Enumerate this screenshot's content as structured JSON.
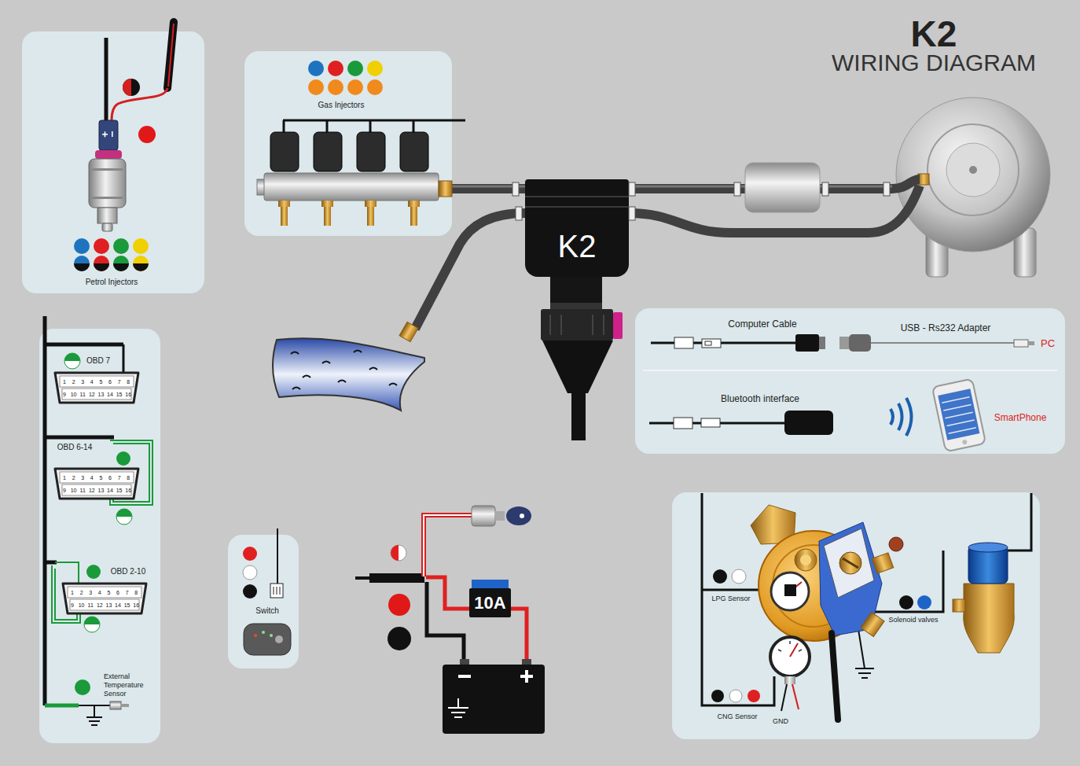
{
  "diagram": {
    "title": "K2",
    "nodes": [
      {
        "text": [
          "Petrol Injectors"
        ]
      },
      {
        "text": [
          "Gas Injectors"
        ]
      },
      {
        "text": [
          "K2"
        ]
      },
      {
        "text": [
          "Computer Cable",
          "USB - Rs232 Adapter",
          "PC",
          "Bluetooth interface",
          "SmartPhone"
        ]
      },
      {
        "text": [
          "OBD 7",
          "OBD 6-14",
          "OBD 2-10",
          "External Temperature Sensor"
        ]
      },
      {
        "text": [
          "Switch"
        ]
      },
      {
        "text": [
          "10A"
        ]
      },
      {
        "text": [
          "LPG Sensor",
          "Solenoid valves",
          "CNG Sensor",
          "GND"
        ]
      }
    ],
    "edges": [
      {
        "from": 1,
        "to": 2,
        "arrow": "none"
      }
    ],
    "labels": [
      "WIRING DIAGRAM",
      "1",
      "2",
      "3",
      "4",
      "5",
      "6",
      "7",
      "8",
      "9",
      "10",
      "11",
      "12",
      "13",
      "14",
      "15",
      "16",
      "1",
      "2",
      "3",
      "4",
      "5",
      "6",
      "7",
      "8",
      "9",
      "10",
      "11",
      "12",
      "13",
      "14",
      "15",
      "16",
      "1",
      "2",
      "3",
      "4",
      "5",
      "6",
      "7",
      "8",
      "9",
      "10",
      "11",
      "12",
      "13",
      "14",
      "15",
      "16"
    ]
  }
}
